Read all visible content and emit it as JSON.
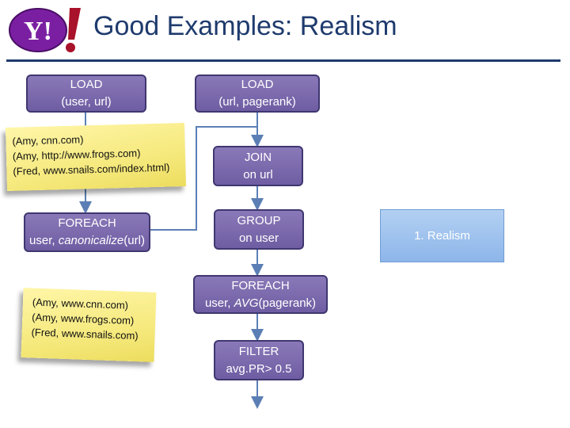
{
  "header": {
    "logo_text": "Y!",
    "title": "Good Examples: Realism"
  },
  "flow": {
    "load_user_url": {
      "line1": "LOAD",
      "line2": "(user, url)"
    },
    "load_url_pagerank": {
      "line1": "LOAD",
      "line2": "(url, pagerank)"
    },
    "join_on_url": {
      "line1": "JOIN",
      "line2": "on url"
    },
    "foreach_canonicalize": {
      "line1": "FOREACH",
      "line2_prefix": "user, ",
      "line2_func": "canonicalize",
      "line2_suffix": "(url)"
    },
    "group_on_user": {
      "line1": "GROUP",
      "line2": "on user"
    },
    "foreach_avg": {
      "line1": "FOREACH",
      "line2_prefix": "user, ",
      "line2_func": "AVG",
      "line2_suffix": "(pagerank)"
    },
    "filter": {
      "line1": "FILTER",
      "line2": "avg.PR> 0.5"
    }
  },
  "notes": {
    "raw_data": [
      "(Amy, cnn.com)",
      "(Amy, http://www.frogs.com)",
      "(Fred, www.snails.com/index.html)"
    ],
    "canonicalized": [
      "(Amy, www.cnn.com)",
      "(Amy, www.frogs.com)",
      "(Fred, www.snails.com)"
    ]
  },
  "sidebar": {
    "label": "1. Realism"
  },
  "colors": {
    "box_fill": "#7b6aad",
    "box_border": "#3f3770",
    "note_fill": "#f4e777",
    "title": "#1f3b6e",
    "accent": "#a9c8f0"
  }
}
